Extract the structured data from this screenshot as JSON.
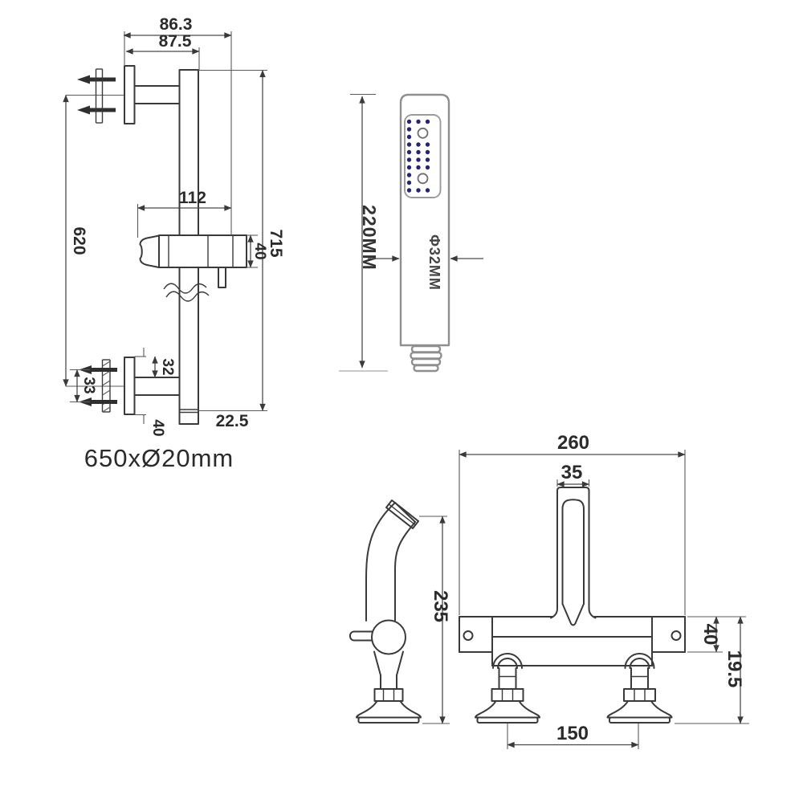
{
  "slide_rail": {
    "dim_top_width": "86.3",
    "dim_inner_width": "87.5",
    "dim_holder_span": "112",
    "dim_bracket_span": "620",
    "dim_overall_length": "715",
    "dim_holder_height": "40",
    "dim_upper_offset": "32",
    "dim_screw_pitch": "33",
    "dim_lower_offset": "40",
    "dim_end_offset": "22.5",
    "caption": "650xØ20mm"
  },
  "hand_shower": {
    "dim_length": "220MM",
    "dim_diameter": "Φ32MM"
  },
  "bath_mixer": {
    "dim_width": "260",
    "dim_spout_width": "35",
    "dim_handset_height": "235",
    "dim_body_height": "40",
    "dim_base_height": "19.5",
    "dim_tap_centres": "150"
  },
  "colors": {
    "outline": "#3a3a3a",
    "soft_outline": "#8f8f8f",
    "dimension_line": "#4a4a4a",
    "text": "#2b2b2b",
    "nozzle_dot": "#26266d",
    "background": "#ffffff"
  }
}
